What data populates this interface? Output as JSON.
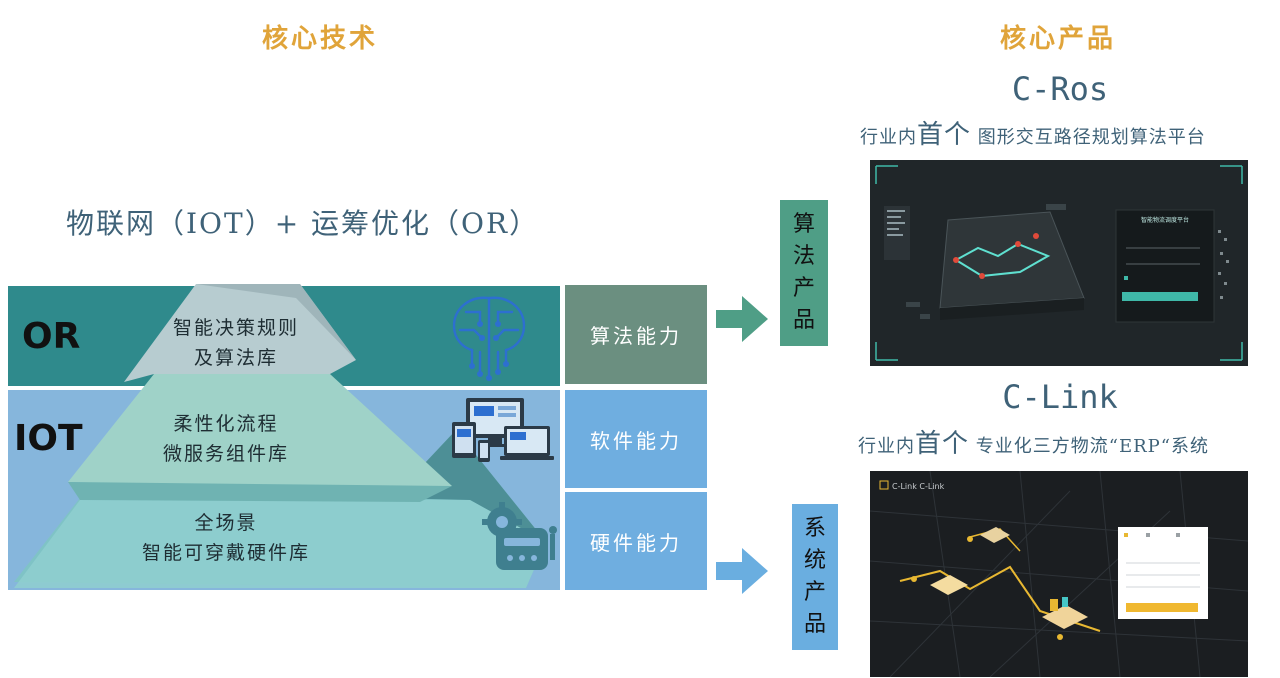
{
  "left": {
    "heading": "核心技术",
    "formula": "物联网（IOT）+   运筹优化（OR）",
    "or_label": "OR",
    "iot_label": "IOT",
    "layers": [
      {
        "line1": "智能决策规则",
        "line2": "及算法库"
      },
      {
        "line1": "柔性化流程",
        "line2": "微服务组件库"
      },
      {
        "line1": "全场景",
        "line2": "智能可穿戴硬件库"
      }
    ],
    "capabilities": [
      "算法能力",
      "软件能力",
      "硬件能力"
    ],
    "outputs": [
      {
        "chars": [
          "算",
          "法",
          "产",
          "品"
        ]
      },
      {
        "chars": [
          "系",
          "统",
          "产",
          "品"
        ]
      }
    ]
  },
  "right": {
    "heading": "核心产品",
    "products": [
      {
        "name": "C-Ros",
        "prefix": "行业内",
        "emphasis": "首个",
        "suffix": " 图形交互路径规划算法平台",
        "screen_title": "智能物流调度平台"
      },
      {
        "name": "C-Link",
        "prefix": "行业内",
        "emphasis": "首个",
        "suffix": " 专业化三方物流“ERP“系统",
        "screen_brand": "C-Link  C-Link"
      }
    ]
  },
  "colors": {
    "gold": "#e0a43a",
    "or_band": "#2f8a8c",
    "iot_band": "#86b6dc",
    "algo_box": "#6b8f80",
    "soft_box": "#6faee0",
    "algo_product": "#4f9e86",
    "system_product": "#6aaee0"
  },
  "icons": [
    "brain-circuit-icon",
    "devices-icon",
    "hardware-gear-icon",
    "arrow-right-icon"
  ]
}
